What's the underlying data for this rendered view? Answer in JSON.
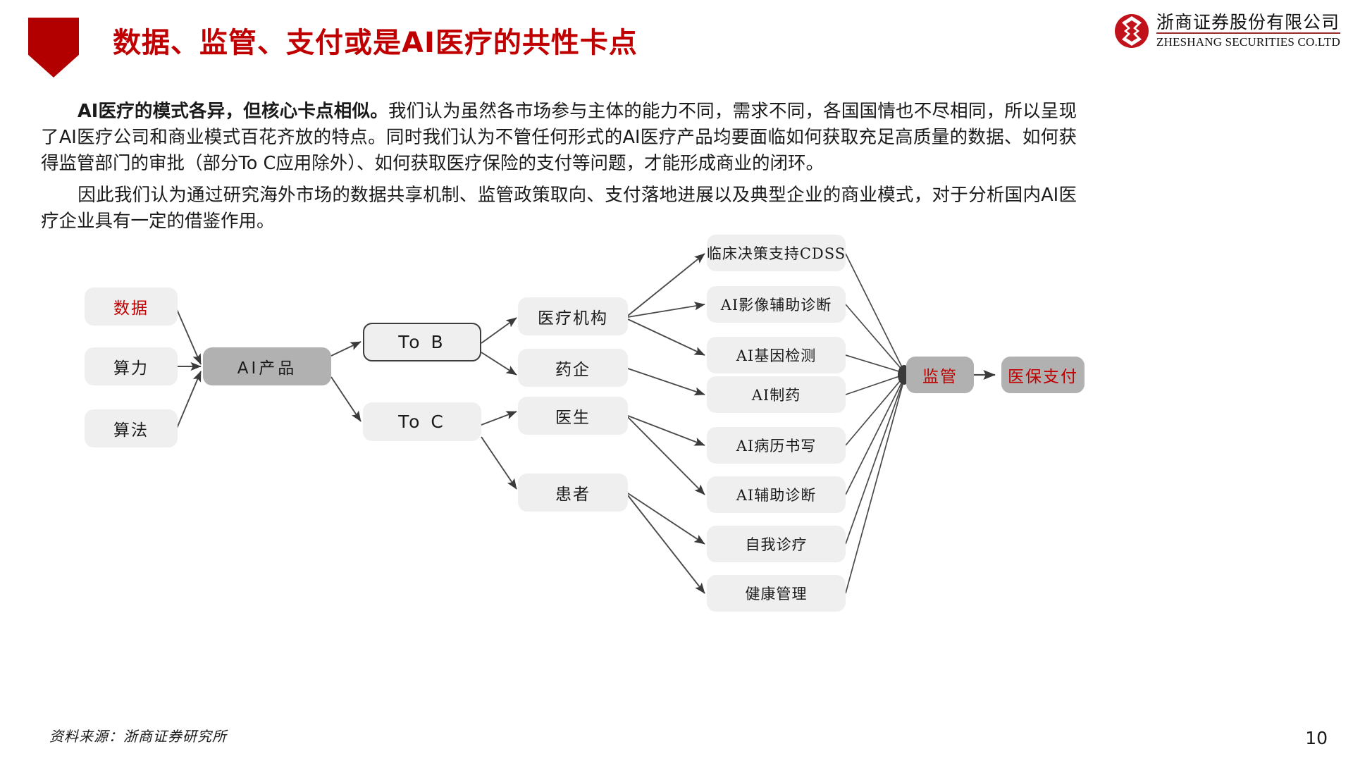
{
  "header": {
    "title": "数据、监管、支付或是AI医疗的共性卡点",
    "accent_color": "#C00000",
    "flag_color": "#B20000",
    "logo": {
      "mark": "zheshang-emblem-icon",
      "cn_name": "浙商证券股份有限公司",
      "en_name": "ZHESHANG SECURITIES CO.LTD"
    }
  },
  "body": {
    "paragraph_1_lead": "AI医疗的模式各异，但核心卡点相似。",
    "paragraph_1_rest": "我们认为虽然各市场参与主体的能力不同，需求不同，各国国情也不尽相同，所以呈现了AI医疗公司和商业模式百花齐放的特点。同时我们认为不管任何形式的AI医疗产品均要面临如何获取充足高质量的数据、如何获得监管部门的审批（部分To C应用除外）、如何获取医疗保险的支付等问题，才能形成商业的闭环。",
    "paragraph_2": "因此我们认为通过研究海外市场的数据共享机制、监管政策取向、支付落地进展以及典型企业的商业模式，对于分析国内AI医疗企业具有一定的借鉴作用。"
  },
  "diagram": {
    "inputs": [
      {
        "label": "数据",
        "style": "red-text"
      },
      {
        "label": "算力",
        "style": "plain"
      },
      {
        "label": "算法",
        "style": "plain"
      }
    ],
    "product": {
      "label": "AI产品"
    },
    "channels": [
      {
        "label": "To B"
      },
      {
        "label": "To C"
      }
    ],
    "actors": [
      {
        "label": "医疗机构"
      },
      {
        "label": "药企"
      },
      {
        "label": "医生"
      },
      {
        "label": "患者"
      }
    ],
    "applications": [
      {
        "label": "临床决策支持CDSS"
      },
      {
        "label": "AI影像辅助诊断"
      },
      {
        "label": "AI基因检测"
      },
      {
        "label": "AI制药"
      },
      {
        "label": "AI病历书写"
      },
      {
        "label": "AI辅助诊断"
      },
      {
        "label": "自我诊疗"
      },
      {
        "label": "健康管理"
      }
    ],
    "gates": [
      {
        "label": "监管"
      },
      {
        "label": "医保支付"
      }
    ]
  },
  "footer": {
    "source": "资料来源：浙商证券研究所",
    "page_number": "10"
  }
}
